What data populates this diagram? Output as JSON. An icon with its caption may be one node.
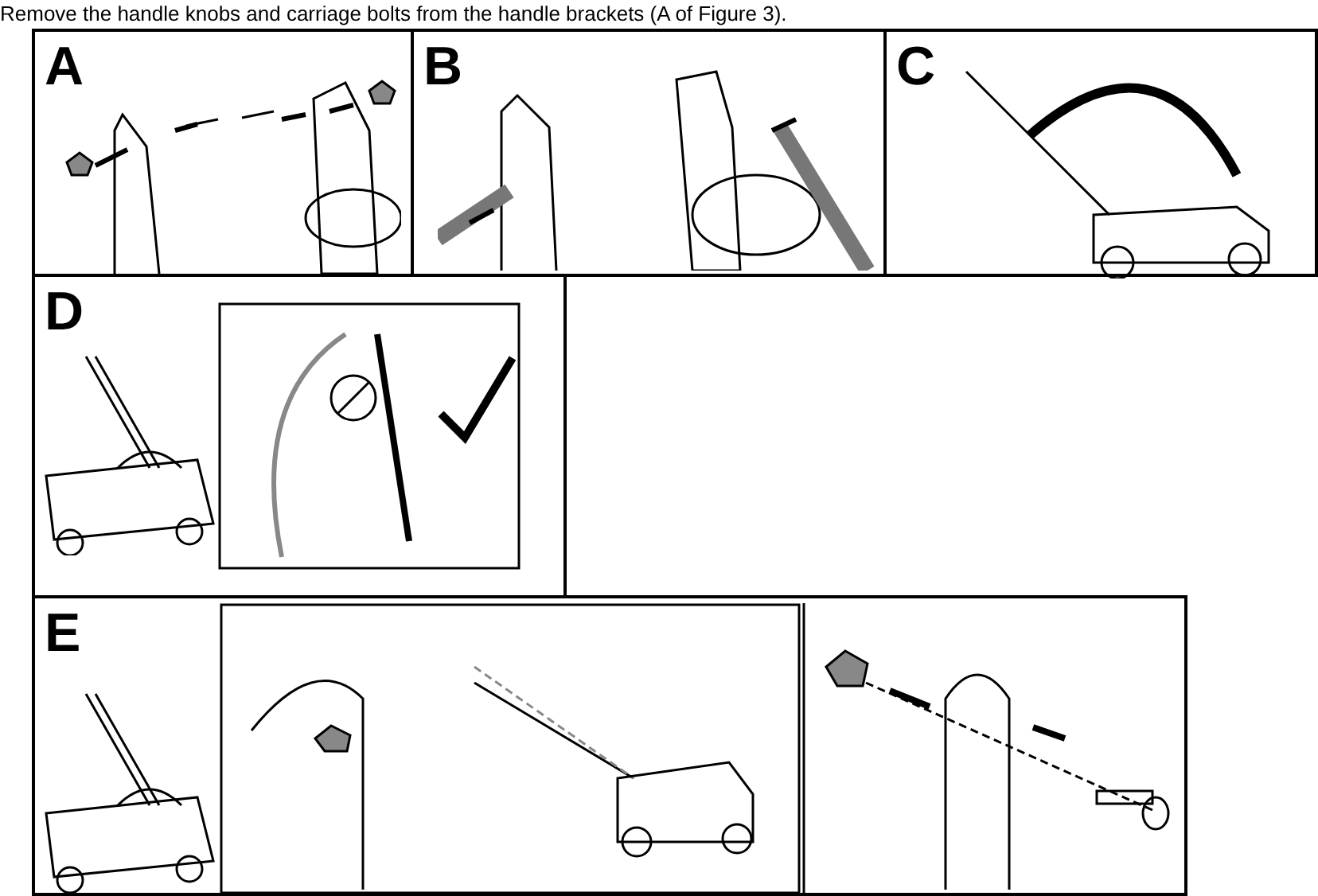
{
  "diagram": {
    "nodes": [
      {
        "text": [
          "A"
        ]
      },
      {
        "text": [
          "B"
        ]
      },
      {
        "text": [
          "C"
        ]
      },
      {
        "text": [
          "D"
        ]
      },
      {
        "text": [
          "E"
        ]
      }
    ],
    "edges": [],
    "labels": [
      "Remove the handle knobs and carriage bolts from the handle brackets (A of Figure 3)."
    ]
  }
}
